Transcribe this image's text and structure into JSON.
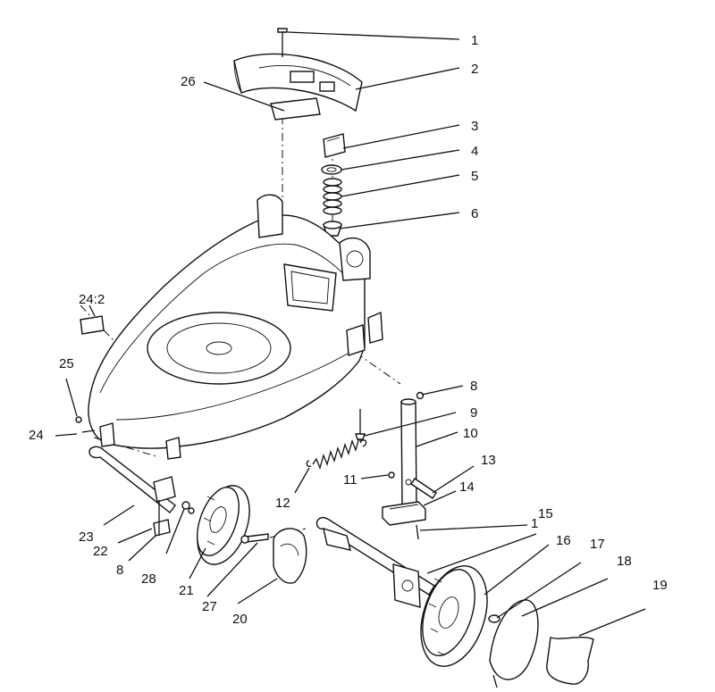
{
  "callouts": [
    {
      "id": "c1a",
      "text": "1"
    },
    {
      "id": "c2",
      "text": "2"
    },
    {
      "id": "c3",
      "text": "3"
    },
    {
      "id": "c4",
      "text": "4"
    },
    {
      "id": "c5",
      "text": "5"
    },
    {
      "id": "c6",
      "text": "6"
    },
    {
      "id": "c8a",
      "text": "8"
    },
    {
      "id": "c9",
      "text": "9"
    },
    {
      "id": "c10",
      "text": "10"
    },
    {
      "id": "c11",
      "text": "11"
    },
    {
      "id": "c12",
      "text": "12"
    },
    {
      "id": "c13",
      "text": "13"
    },
    {
      "id": "c14",
      "text": "14"
    },
    {
      "id": "c1b",
      "text": "1"
    },
    {
      "id": "c15",
      "text": "15"
    },
    {
      "id": "c16",
      "text": "16"
    },
    {
      "id": "c17",
      "text": "17"
    },
    {
      "id": "c18",
      "text": "18"
    },
    {
      "id": "c19",
      "text": "19"
    },
    {
      "id": "c20",
      "text": "20"
    },
    {
      "id": "c21",
      "text": "21"
    },
    {
      "id": "c22",
      "text": "22"
    },
    {
      "id": "c23",
      "text": "23"
    },
    {
      "id": "c24",
      "text": "24"
    },
    {
      "id": "c24_2",
      "text": "24:2"
    },
    {
      "id": "c25",
      "text": "25"
    },
    {
      "id": "c26",
      "text": "26"
    },
    {
      "id": "c27",
      "text": "27"
    },
    {
      "id": "c28",
      "text": "28"
    },
    {
      "id": "c8b",
      "text": "8"
    }
  ]
}
